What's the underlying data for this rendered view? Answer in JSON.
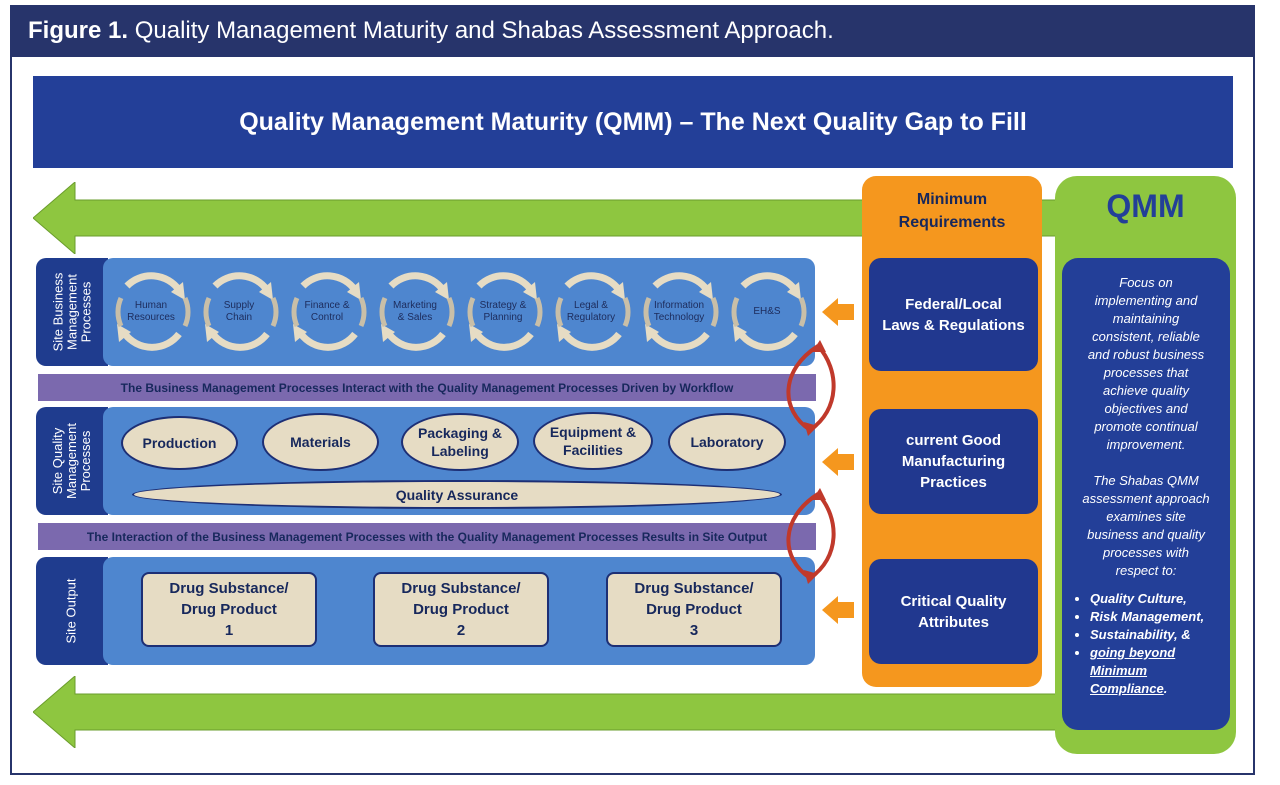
{
  "caption": {
    "figure": "Figure 1.",
    "title": "Quality Management Maturity and Shabas Assessment Approach."
  },
  "banner": "Quality Management Maturity (QMM)  – The Next Quality Gap to Fill",
  "business": {
    "label_lines": [
      "Site Business",
      "Management",
      "Processes"
    ],
    "cycles": [
      [
        "Human",
        "Resources"
      ],
      [
        "Supply",
        "Chain"
      ],
      [
        "Finance &",
        "Control"
      ],
      [
        "Marketing",
        "& Sales"
      ],
      [
        "Strategy &",
        "Planning"
      ],
      [
        "Legal &",
        "Regulatory"
      ],
      [
        "Information",
        "Technology"
      ],
      [
        "EH&S"
      ]
    ]
  },
  "interaction_bar_1": "The Business Management Processes Interact with the Quality Management Processes Driven by Workflow",
  "quality": {
    "label_lines": [
      "Site Quality",
      "Management",
      "Processes"
    ],
    "processes": [
      [
        "Production"
      ],
      [
        "Materials"
      ],
      [
        "Packaging &",
        "Labeling"
      ],
      [
        "Equipment &",
        "Facilities"
      ],
      [
        "Laboratory"
      ]
    ],
    "assurance": "Quality Assurance"
  },
  "interaction_bar_2": "The Interaction of the Business Management Processes with the Quality Management Processes Results in Site Output",
  "output": {
    "label": "Site Output",
    "products": [
      [
        "Drug Substance/",
        "Drug Product",
        "1"
      ],
      [
        "Drug Substance/",
        "Drug Product",
        "2"
      ],
      [
        "Drug Substance/",
        "Drug Product",
        "3"
      ]
    ]
  },
  "minimum": {
    "title_lines": [
      "Minimum",
      "Requirements"
    ],
    "items": [
      [
        "Federal/Local",
        "Laws & Regulations"
      ],
      [
        "current Good",
        "Manufacturing",
        "Practices"
      ],
      [
        "Critical Quality",
        "Attributes"
      ]
    ]
  },
  "qmm": {
    "title": "QMM",
    "text1_lines": [
      "Focus on",
      "implementing and",
      "maintaining",
      "consistent, reliable",
      "and robust business",
      "processes that",
      "achieve quality",
      "objectives and",
      "promote continual",
      "improvement."
    ],
    "text2_lines": [
      "The Shabas QMM",
      "assessment approach",
      "examines site",
      "business and quality",
      "processes with",
      "respect to:"
    ],
    "bullets": [
      "Quality Culture,",
      "Risk Management,",
      "Sustainability, &"
    ],
    "last_bullet": {
      "lead": "going beyond",
      "line2": "Minimum",
      "line3": "Compliance",
      "tail": "."
    }
  },
  "colors": {
    "navy": "#233f98",
    "section_blue": "#4e86cf",
    "green": "#8ec640",
    "orange": "#f5971e",
    "purple": "#7b69ae",
    "tan": "#e6dcc4",
    "red_arrow": "#c0392b"
  }
}
